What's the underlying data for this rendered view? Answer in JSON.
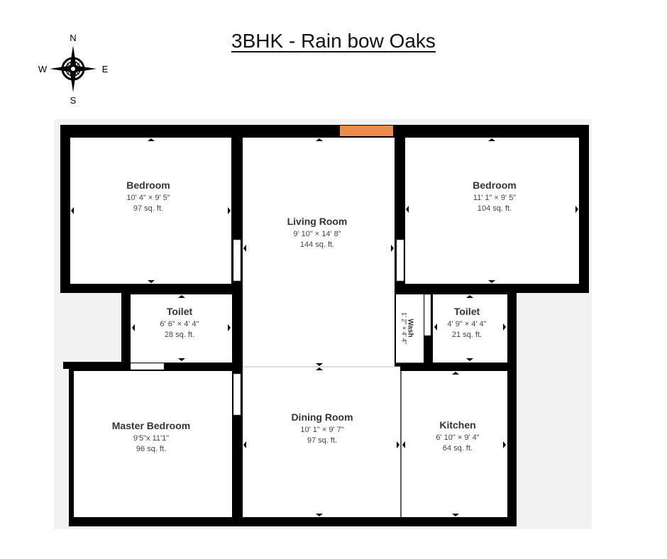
{
  "title": "3BHK - Rain bow Oaks",
  "compass": {
    "n": "N",
    "s": "S",
    "e": "E",
    "w": "W",
    "icon": "compass-rose-icon"
  },
  "colors": {
    "wall": "#000000",
    "floor": "#ffffff",
    "background_panel": "#f2f2f2",
    "door_highlight": "#f08a4b"
  },
  "rooms": {
    "bedroom_nw": {
      "name": "Bedroom",
      "dims": "10' 4\" × 9' 5\"",
      "area": "97 sq. ft."
    },
    "living": {
      "name": "Living Room",
      "dims": "9' 10\" × 14' 8\"",
      "area": "144 sq. ft."
    },
    "bedroom_ne": {
      "name": "Bedroom",
      "dims": "11' 1\" × 9' 5\"",
      "area": "104 sq. ft."
    },
    "toilet_w": {
      "name": "Toilet",
      "dims": "6' 6\" × 4' 4\"",
      "area": "28 sq. ft."
    },
    "wash": {
      "name": "Wash",
      "dims": "1' 2\" × 4' 4\""
    },
    "toilet_e": {
      "name": "Toilet",
      "dims": "4' 9\" × 4' 4\"",
      "area": "21 sq. ft."
    },
    "master": {
      "name": "Master Bedroom",
      "dims": "9'5\"x 11'1\"",
      "area": "96 sq. ft."
    },
    "dining": {
      "name": "Dining Room",
      "dims": "10' 1\" × 9' 7\"",
      "area": "97 sq. ft."
    },
    "kitchen": {
      "name": "Kitchen",
      "dims": "6' 10\" × 9' 4\"",
      "area": "64 sq. ft."
    }
  }
}
